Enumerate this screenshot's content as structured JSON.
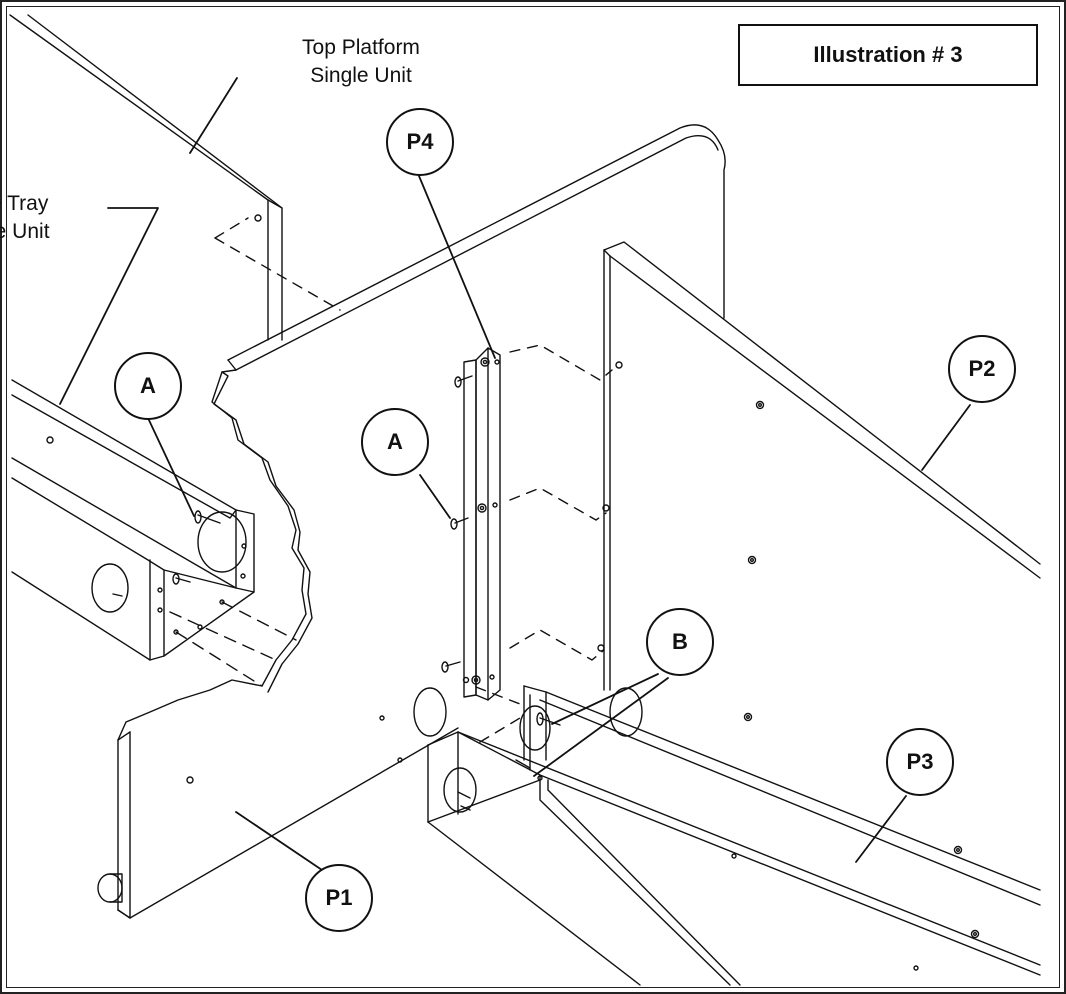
{
  "title": "Illustration  # 3",
  "labels": {
    "top_platform_line1": "Top Platform",
    "top_platform_line2": "Single Unit",
    "tray_line1": "e Tray",
    "tray_line2": "le Unit"
  },
  "callouts": {
    "p4": "P4",
    "p2": "P2",
    "p3": "P3",
    "p1": "P1",
    "a_left": "A",
    "a_middle": "A",
    "b": "B"
  },
  "colors": {
    "line": "#111111",
    "background": "#ffffff"
  }
}
